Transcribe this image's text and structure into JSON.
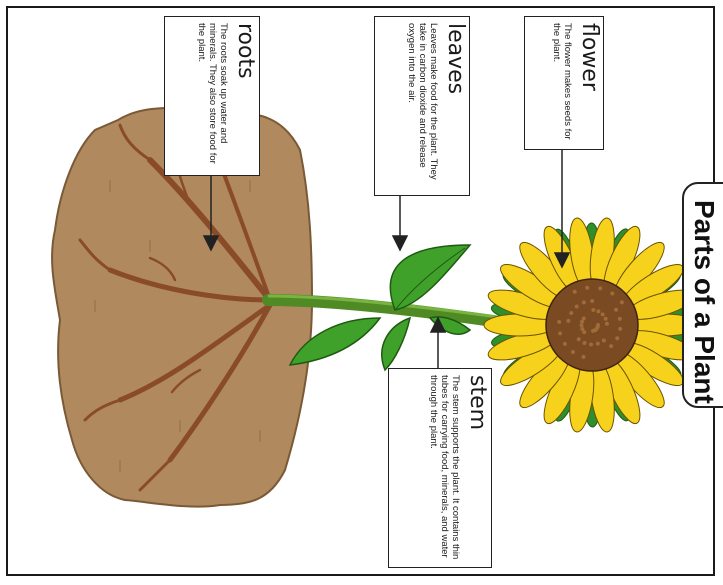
{
  "title": "Parts of a Plant",
  "parts": {
    "roots": {
      "heading": "roots",
      "text": "The roots soak up water and minerals. They also store food for the plant."
    },
    "leaves": {
      "heading": "leaves",
      "text": "Leaves make food for the plant. They take in carbon dioxide and release oxygen into the air."
    },
    "flower": {
      "heading": "flower",
      "text": "The flower makes seeds for the plant."
    },
    "stem": {
      "heading": "stem",
      "text": "The stem supports the plant. It contains thin tubes for carrying food, minerals, and water through the plant."
    }
  },
  "colors": {
    "soil": "#b08a5e",
    "root": "#8a4b2a",
    "stem": "#4f8a25",
    "leaf": "#3fa12a",
    "petal": "#f7d21c",
    "center": "#7a4a22"
  }
}
